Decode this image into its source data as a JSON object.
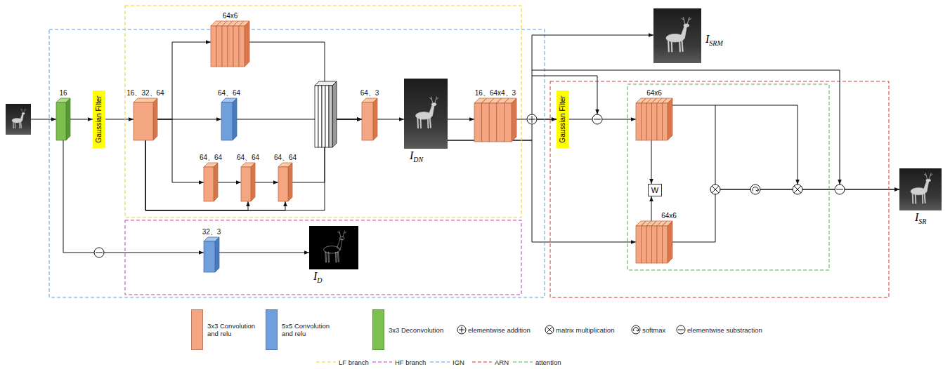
{
  "diagram": {
    "nodes": [
      {
        "text": [
          "16"
        ]
      },
      {
        "text": [
          "Gaussian Filter"
        ]
      },
      {
        "text": [
          "16、32、64"
        ]
      },
      {
        "text": [
          "64x6"
        ]
      },
      {
        "text": [
          "64、64"
        ]
      },
      {
        "text": [
          "64、64"
        ]
      },
      {
        "text": [
          "64、64"
        ]
      },
      {
        "text": [
          "64、64"
        ]
      },
      {
        "text": [
          "64、3"
        ]
      },
      {
        "text": [
          "I",
          "DN"
        ]
      },
      {
        "text": [
          "16、64x4、3"
        ]
      },
      {
        "text": [
          "I",
          "SRM"
        ]
      },
      {
        "text": [
          "Gaussian Filter"
        ]
      },
      {
        "text": [
          "64x6"
        ]
      },
      {
        "text": [
          "W"
        ]
      },
      {
        "text": [
          "64x6"
        ]
      },
      {
        "text": [
          "32、3"
        ]
      },
      {
        "text": [
          "I",
          "D"
        ]
      },
      {
        "text": [
          "I",
          "SR"
        ]
      }
    ],
    "edges": [
      {
        "from": 0,
        "to": 1,
        "arrow": "to"
      },
      {
        "from": 1,
        "to": 2,
        "arrow": "to"
      },
      {
        "from": 2,
        "to": 3,
        "arrow": "to"
      },
      {
        "from": 2,
        "to": 4,
        "arrow": "to"
      },
      {
        "from": 2,
        "to": 5,
        "arrow": "to"
      },
      {
        "from": 5,
        "to": 6,
        "arrow": "to"
      },
      {
        "from": 6,
        "to": 7,
        "arrow": "to"
      },
      {
        "from": 2,
        "to": 6,
        "arrow": "to"
      },
      {
        "from": 2,
        "to": 7,
        "arrow": "to"
      },
      {
        "from": 3,
        "to": 8,
        "arrow": "to"
      },
      {
        "from": 4,
        "to": 8,
        "arrow": "to"
      },
      {
        "from": 7,
        "to": 8,
        "arrow": "to"
      },
      {
        "from": 2,
        "to": 8,
        "arrow": "to"
      },
      {
        "from": 8,
        "to": 9,
        "arrow": "to"
      },
      {
        "from": 9,
        "to": 10,
        "arrow": "to"
      },
      {
        "from": 10,
        "to": 12,
        "arrow": "to"
      },
      {
        "from": 9,
        "to": 12,
        "arrow": "to"
      },
      {
        "from": 0,
        "to": 16,
        "arrow": "to"
      },
      {
        "from": 16,
        "to": 17,
        "arrow": "to"
      },
      {
        "from": 12,
        "to": 13,
        "arrow": "to"
      },
      {
        "from": 9,
        "to": 15,
        "arrow": "to"
      },
      {
        "from": 13,
        "to": 14,
        "arrow": "to"
      },
      {
        "from": 15,
        "to": 14,
        "arrow": "to"
      },
      {
        "from": 13,
        "to": 18,
        "arrow": "to"
      },
      {
        "from": 15,
        "to": 18,
        "arrow": "to"
      }
    ],
    "legend": [
      {
        "text": "3x3 Convolution and relu",
        "color": "#f4a582"
      },
      {
        "text": "5x5 Convolution and relu",
        "color": "#6fa0dc"
      },
      {
        "text": "3x3 Deconvolution",
        "color": "#7cc150"
      },
      {
        "text": "elementwise addition"
      },
      {
        "text": "matrix multiplication"
      },
      {
        "text": "softmax"
      },
      {
        "text": "elementwise substraction"
      },
      {
        "text": "LF branch"
      },
      {
        "text": "HF branch"
      },
      {
        "text": "IGN"
      },
      {
        "text": "ARN"
      },
      {
        "text": "attention"
      }
    ]
  }
}
